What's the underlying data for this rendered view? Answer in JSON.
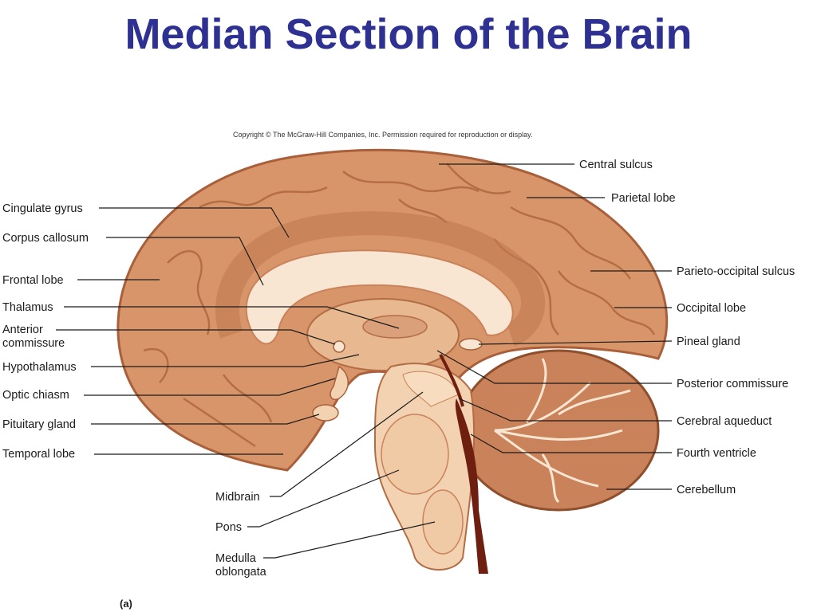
{
  "title": "Median Section of the Brain",
  "copyright": "Copyright © The McGraw-Hill Companies, Inc. Permission required for reproduction or display.",
  "panel_label": "(a)",
  "colors": {
    "title": "#2e3192",
    "cortex": "#d9956a",
    "cortex_dark": "#a9603a",
    "white_matter": "#f8e6d2",
    "brainstem": "#f3d2b2",
    "cerebellum": "#c9825a"
  },
  "labels": {
    "cingulate_gyrus": "Cingulate gyrus",
    "corpus_callosum": "Corpus callosum",
    "frontal_lobe": "Frontal lobe",
    "thalamus": "Thalamus",
    "anterior_commissure_1": "Anterior",
    "anterior_commissure_2": "commissure",
    "hypothalamus": "Hypothalamus",
    "optic_chiasm": "Optic chiasm",
    "pituitary_gland": "Pituitary gland",
    "temporal_lobe": "Temporal lobe",
    "midbrain": "Midbrain",
    "pons": "Pons",
    "medulla_1": "Medulla",
    "medulla_2": "oblongata",
    "central_sulcus": "Central sulcus",
    "parietal_lobe": "Parietal lobe",
    "parieto_occipital_sulcus": "Parieto-occipital sulcus",
    "occipital_lobe": "Occipital lobe",
    "pineal_gland": "Pineal gland",
    "posterior_commissure": "Posterior commissure",
    "cerebral_aqueduct": "Cerebral aqueduct",
    "fourth_ventricle": "Fourth ventricle",
    "cerebellum": "Cerebellum"
  }
}
